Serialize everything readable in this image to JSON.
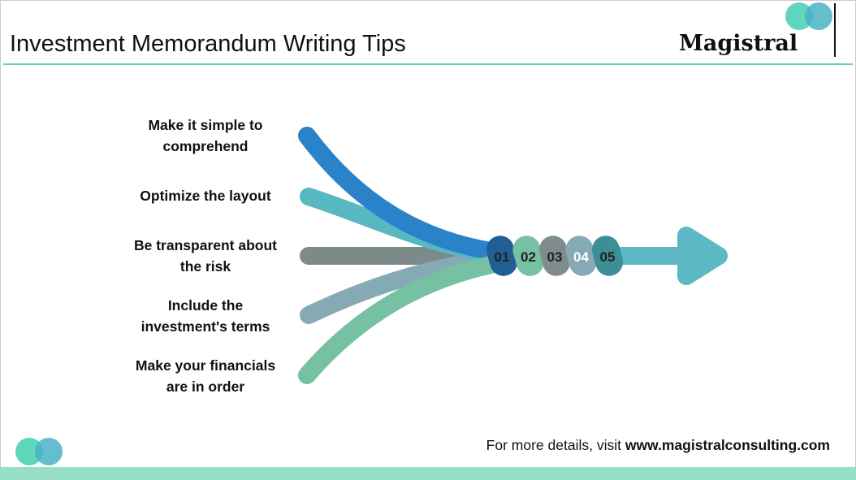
{
  "title": "Investment Memorandum Writing Tips",
  "logo_text": "Magistral",
  "tips": [
    {
      "num": "01",
      "line1": "Make it simple to",
      "line2": "comprehend",
      "color": "#2a82c8",
      "pill": "#1f5f94",
      "numColor": "#222"
    },
    {
      "num": "02",
      "line1": "Optimize the layout",
      "line2": "",
      "color": "#57b8c2",
      "pill": "#76c0a4",
      "numColor": "#222"
    },
    {
      "num": "03",
      "line1": "Be transparent about",
      "line2": "the risk",
      "color": "#7d8a8a",
      "pill": "#7f8c8c",
      "numColor": "#222"
    },
    {
      "num": "04",
      "line1": "Include the",
      "line2": "investment's terms",
      "color": "#86aab5",
      "pill": "#86aab5",
      "numColor": "#ffffff"
    },
    {
      "num": "05",
      "line1": "Make your financials",
      "line2": "are in order",
      "color": "#76c0a4",
      "pill": "#3c8f96",
      "numColor": "#222"
    }
  ],
  "footer": {
    "prefix": "For more details, visit ",
    "link": "www.magistralconsulting.com"
  },
  "colors": {
    "accent": "#5fd0b4",
    "arrow": "#5bb8c4"
  }
}
